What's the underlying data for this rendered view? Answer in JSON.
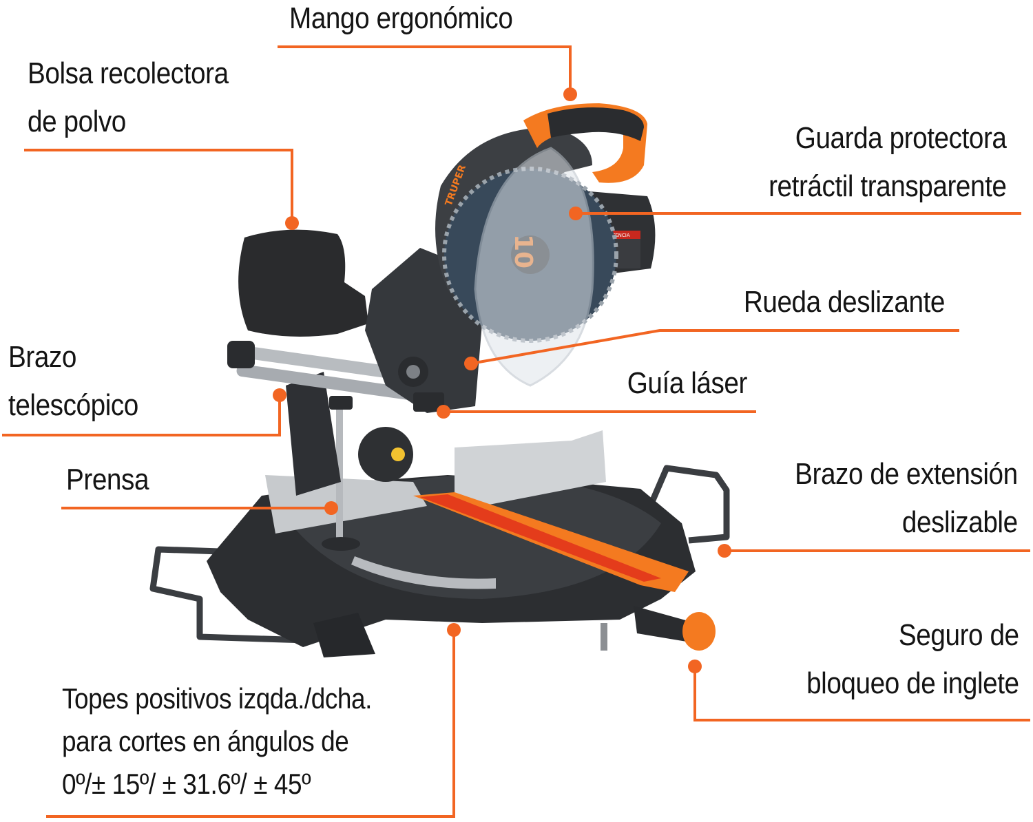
{
  "colors": {
    "leader": "#f26522",
    "accent_orange": "#f47a20",
    "body_dark": "#2b2d30",
    "body_mid": "#45484c",
    "metal": "#c9ccd0",
    "laser_red": "#e0311b",
    "text": "#141414"
  },
  "callouts": {
    "mango": {
      "lines": [
        "Mango ergonómico"
      ]
    },
    "bolsa": {
      "lines": [
        "Bolsa recolectora",
        "de polvo"
      ]
    },
    "guarda": {
      "lines": [
        "Guarda protectora",
        "retráctil transparente"
      ]
    },
    "rueda": {
      "lines": [
        "Rueda deslizante"
      ]
    },
    "brazo_tele": {
      "lines": [
        "Brazo",
        "telescópico"
      ]
    },
    "guia": {
      "lines": [
        "Guía láser"
      ]
    },
    "prensa": {
      "lines": [
        "Prensa"
      ]
    },
    "extension": {
      "lines": [
        "Brazo de extensión",
        "deslizable"
      ]
    },
    "seguro": {
      "lines": [
        "Seguro de",
        "bloqueo de inglete"
      ]
    },
    "topes": {
      "lines": [
        "Topes positivos izqda./dcha.",
        "para cortes en ángulos de",
        "0º/± 15º/ ± 31.6º/ ± 45º"
      ]
    }
  },
  "product": {
    "brand_mark": "TRUPER",
    "blade_mark": "10",
    "warning_mark": "ADVERTENCIA"
  }
}
